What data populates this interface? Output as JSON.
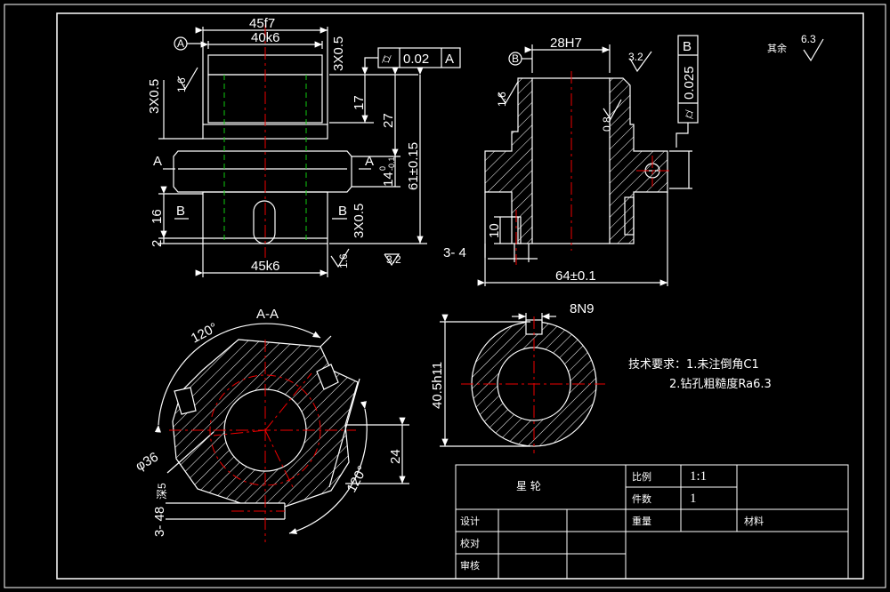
{
  "views": {
    "front": {
      "top_width_dim": "45f7",
      "inner_width_dim": "40k6",
      "bottom_width_dim": "45k6",
      "chamfer_top_right": "3X0.5",
      "chamfer_top_left": "3X0.5",
      "chamfer_bottom_right": "3X0.5",
      "length_17": "17",
      "length_27": "27",
      "length_14": "14",
      "tol_14": "0\n-0.1",
      "length_total": "61±0.15",
      "length_16": "16",
      "length_2": "2",
      "section_a": "A",
      "section_b": "B",
      "rough_16_left": "1.6",
      "rough_16_bottom": "1.6",
      "rough_32_bottom": "3.2",
      "datum_a": "A",
      "tolerance_sym": "⌭",
      "tolerance_value": "0.02",
      "tolerance_datum": "A"
    },
    "side": {
      "bore_dim": "28H7",
      "rough_32": "3.2",
      "rough_16": "1.6",
      "rough_08": "0.8",
      "length_10": "10",
      "holes_label": "3- 4",
      "width_dim": "64±0.1",
      "datum_b": "B",
      "tolerance_value": "0.025",
      "tolerance_datum": "B"
    },
    "section_aa": {
      "title": "A-A",
      "angle_top": "120°",
      "angle_right": "120°",
      "dia_label": "φ36",
      "height_24": "24",
      "slots_label": "3- 48",
      "slots_sub": "深5"
    },
    "section_bb": {
      "key_dim": "8N9",
      "dia_dim": "40.5h11"
    }
  },
  "surface_roughness_other": {
    "label": "其余",
    "value": "6.3"
  },
  "tech_requirements": {
    "line1": "技术要求：1.未注倒角C1",
    "line2": "2.钻孔粗糙度Ra6.3"
  },
  "title_block": {
    "part_name": "星  轮",
    "scale_label": "比例",
    "scale_value": "1:1",
    "count_label": "件数",
    "count_value": "1",
    "weight_label": "重量",
    "material_label": "材料",
    "design_label": "设计",
    "check_label": "校对",
    "review_label": "审核"
  }
}
